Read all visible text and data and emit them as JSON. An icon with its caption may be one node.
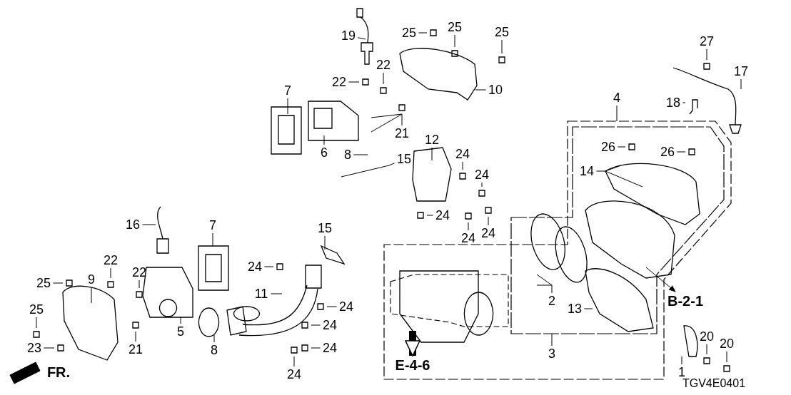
{
  "diagram": {
    "nodes": [
      {
        "text": [
          "19"
        ]
      },
      {
        "text": [
          "25"
        ]
      },
      {
        "text": [
          "25"
        ]
      },
      {
        "text": [
          "25"
        ]
      },
      {
        "text": [
          "22"
        ]
      },
      {
        "text": [
          "22"
        ]
      },
      {
        "text": [
          "10"
        ]
      },
      {
        "text": [
          "7"
        ]
      },
      {
        "text": [
          "21"
        ]
      },
      {
        "text": [
          "6"
        ]
      },
      {
        "text": [
          "12"
        ]
      },
      {
        "text": [
          "8"
        ]
      },
      {
        "text": [
          "15"
        ]
      },
      {
        "text": [
          "24"
        ]
      },
      {
        "text": [
          "24"
        ]
      },
      {
        "text": [
          "4"
        ]
      },
      {
        "text": [
          "27"
        ]
      },
      {
        "text": [
          "17"
        ]
      },
      {
        "text": [
          "18"
        ]
      },
      {
        "text": [
          "26"
        ]
      },
      {
        "text": [
          "26"
        ]
      },
      {
        "text": [
          "14"
        ]
      },
      {
        "text": [
          "24"
        ]
      },
      {
        "text": [
          "24"
        ]
      },
      {
        "text": [
          "24"
        ]
      },
      {
        "text": [
          "16"
        ]
      },
      {
        "text": [
          "7"
        ]
      },
      {
        "text": [
          "15"
        ]
      },
      {
        "text": [
          "22"
        ]
      },
      {
        "text": [
          "22"
        ]
      },
      {
        "text": [
          "25"
        ]
      },
      {
        "text": [
          "9"
        ]
      },
      {
        "text": [
          "24"
        ]
      },
      {
        "text": [
          "11"
        ]
      },
      {
        "text": [
          "24"
        ]
      },
      {
        "text": [
          "25"
        ]
      },
      {
        "text": [
          "5"
        ]
      },
      {
        "text": [
          "24"
        ]
      },
      {
        "text": [
          "24"
        ]
      },
      {
        "text": [
          "23"
        ]
      },
      {
        "text": [
          "21"
        ]
      },
      {
        "text": [
          "8"
        ]
      },
      {
        "text": [
          "24"
        ]
      },
      {
        "text": [
          "2"
        ]
      },
      {
        "text": [
          "13"
        ]
      },
      {
        "text": [
          "3"
        ]
      },
      {
        "text": [
          "1"
        ]
      },
      {
        "text": [
          "20"
        ]
      },
      {
        "text": [
          "20"
        ]
      },
      {
        "text": [
          "B-2-1"
        ]
      },
      {
        "text": [
          "E-4-6"
        ]
      }
    ],
    "edges": [
      {
        "from": 0,
        "to": null,
        "arrow": "none"
      },
      {
        "from": 1,
        "to": null,
        "arrow": "none"
      },
      {
        "from": 2,
        "to": null,
        "arrow": "none"
      },
      {
        "from": 3,
        "to": null,
        "arrow": "none"
      },
      {
        "from": 4,
        "to": null,
        "arrow": "none"
      },
      {
        "from": 5,
        "to": null,
        "arrow": "none"
      },
      {
        "from": 6,
        "to": null,
        "arrow": "none"
      },
      {
        "from": 7,
        "to": null,
        "arrow": "none"
      },
      {
        "from": 8,
        "to": null,
        "arrow": "none"
      },
      {
        "from": 9,
        "to": null,
        "arrow": "none"
      },
      {
        "from": 10,
        "to": null,
        "arrow": "none"
      },
      {
        "from": 11,
        "to": null,
        "arrow": "none"
      },
      {
        "from": 12,
        "to": null,
        "arrow": "none"
      },
      {
        "from": 13,
        "to": null,
        "arrow": "none"
      },
      {
        "from": 14,
        "to": null,
        "arrow": "none"
      },
      {
        "from": 15,
        "to": null,
        "arrow": "none"
      },
      {
        "from": 16,
        "to": null,
        "arrow": "none"
      },
      {
        "from": 17,
        "to": null,
        "arrow": "none"
      },
      {
        "from": 18,
        "to": null,
        "arrow": "none"
      },
      {
        "from": 19,
        "to": null,
        "arrow": "none"
      },
      {
        "from": 20,
        "to": null,
        "arrow": "none"
      },
      {
        "from": 21,
        "to": null,
        "arrow": "none"
      },
      {
        "from": 22,
        "to": null,
        "arrow": "none"
      },
      {
        "from": 23,
        "to": null,
        "arrow": "none"
      },
      {
        "from": 24,
        "to": null,
        "arrow": "none"
      },
      {
        "from": 25,
        "to": null,
        "arrow": "none"
      },
      {
        "from": 26,
        "to": null,
        "arrow": "none"
      },
      {
        "from": 27,
        "to": null,
        "arrow": "none"
      },
      {
        "from": 28,
        "to": null,
        "arrow": "none"
      },
      {
        "from": 29,
        "to": null,
        "arrow": "none"
      },
      {
        "from": 30,
        "to": null,
        "arrow": "none"
      },
      {
        "from": 31,
        "to": null,
        "arrow": "none"
      },
      {
        "from": 32,
        "to": null,
        "arrow": "none"
      },
      {
        "from": 33,
        "to": null,
        "arrow": "none"
      },
      {
        "from": 34,
        "to": null,
        "arrow": "none"
      },
      {
        "from": 35,
        "to": null,
        "arrow": "none"
      },
      {
        "from": 36,
        "to": null,
        "arrow": "none"
      },
      {
        "from": 37,
        "to": null,
        "arrow": "none"
      },
      {
        "from": 38,
        "to": null,
        "arrow": "none"
      },
      {
        "from": 39,
        "to": null,
        "arrow": "none"
      },
      {
        "from": 40,
        "to": null,
        "arrow": "none"
      },
      {
        "from": 41,
        "to": null,
        "arrow": "none"
      },
      {
        "from": 42,
        "to": null,
        "arrow": "none"
      },
      {
        "from": 43,
        "to": null,
        "arrow": "none"
      },
      {
        "from": 44,
        "to": null,
        "arrow": "none"
      },
      {
        "from": 45,
        "to": null,
        "arrow": "none"
      },
      {
        "from": 46,
        "to": null,
        "arrow": "none"
      },
      {
        "from": 47,
        "to": null,
        "arrow": "none"
      },
      {
        "from": 48,
        "to": null,
        "arrow": "none"
      },
      {
        "from": null,
        "to": 49,
        "arrow": "to"
      },
      {
        "from": null,
        "to": 50,
        "arrow": "to",
        "style": "thick"
      }
    ],
    "labels": [
      "FR.",
      "TGV4E0401"
    ]
  }
}
